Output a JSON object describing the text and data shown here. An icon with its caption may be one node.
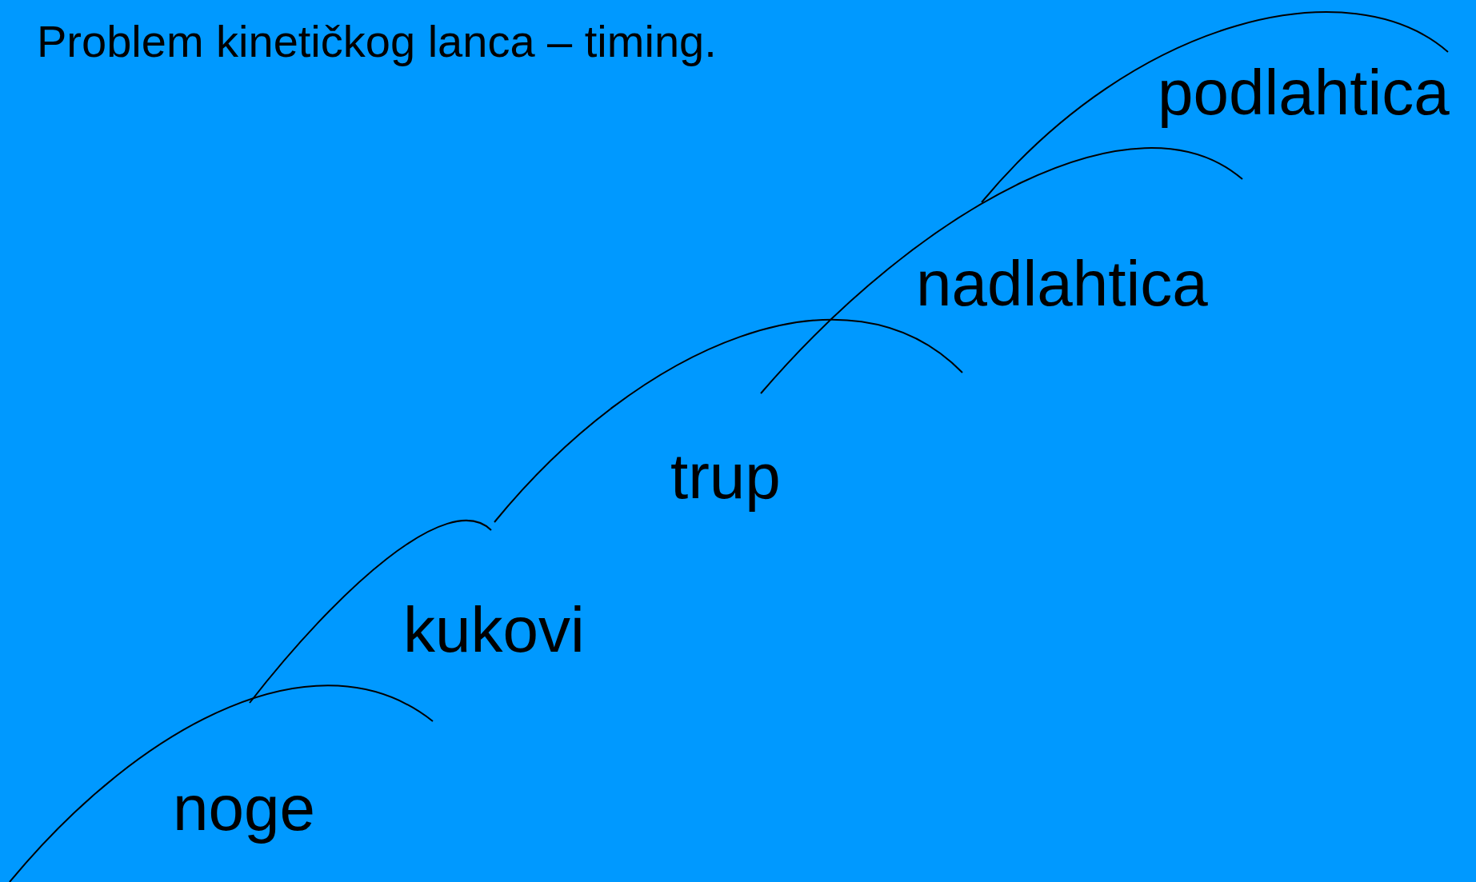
{
  "diagram": {
    "title": "Problem kinetičkog lanca – timing.",
    "labels": [
      "podlahtica",
      "nadlahtica",
      "trup",
      "kukovi",
      "noge"
    ]
  }
}
